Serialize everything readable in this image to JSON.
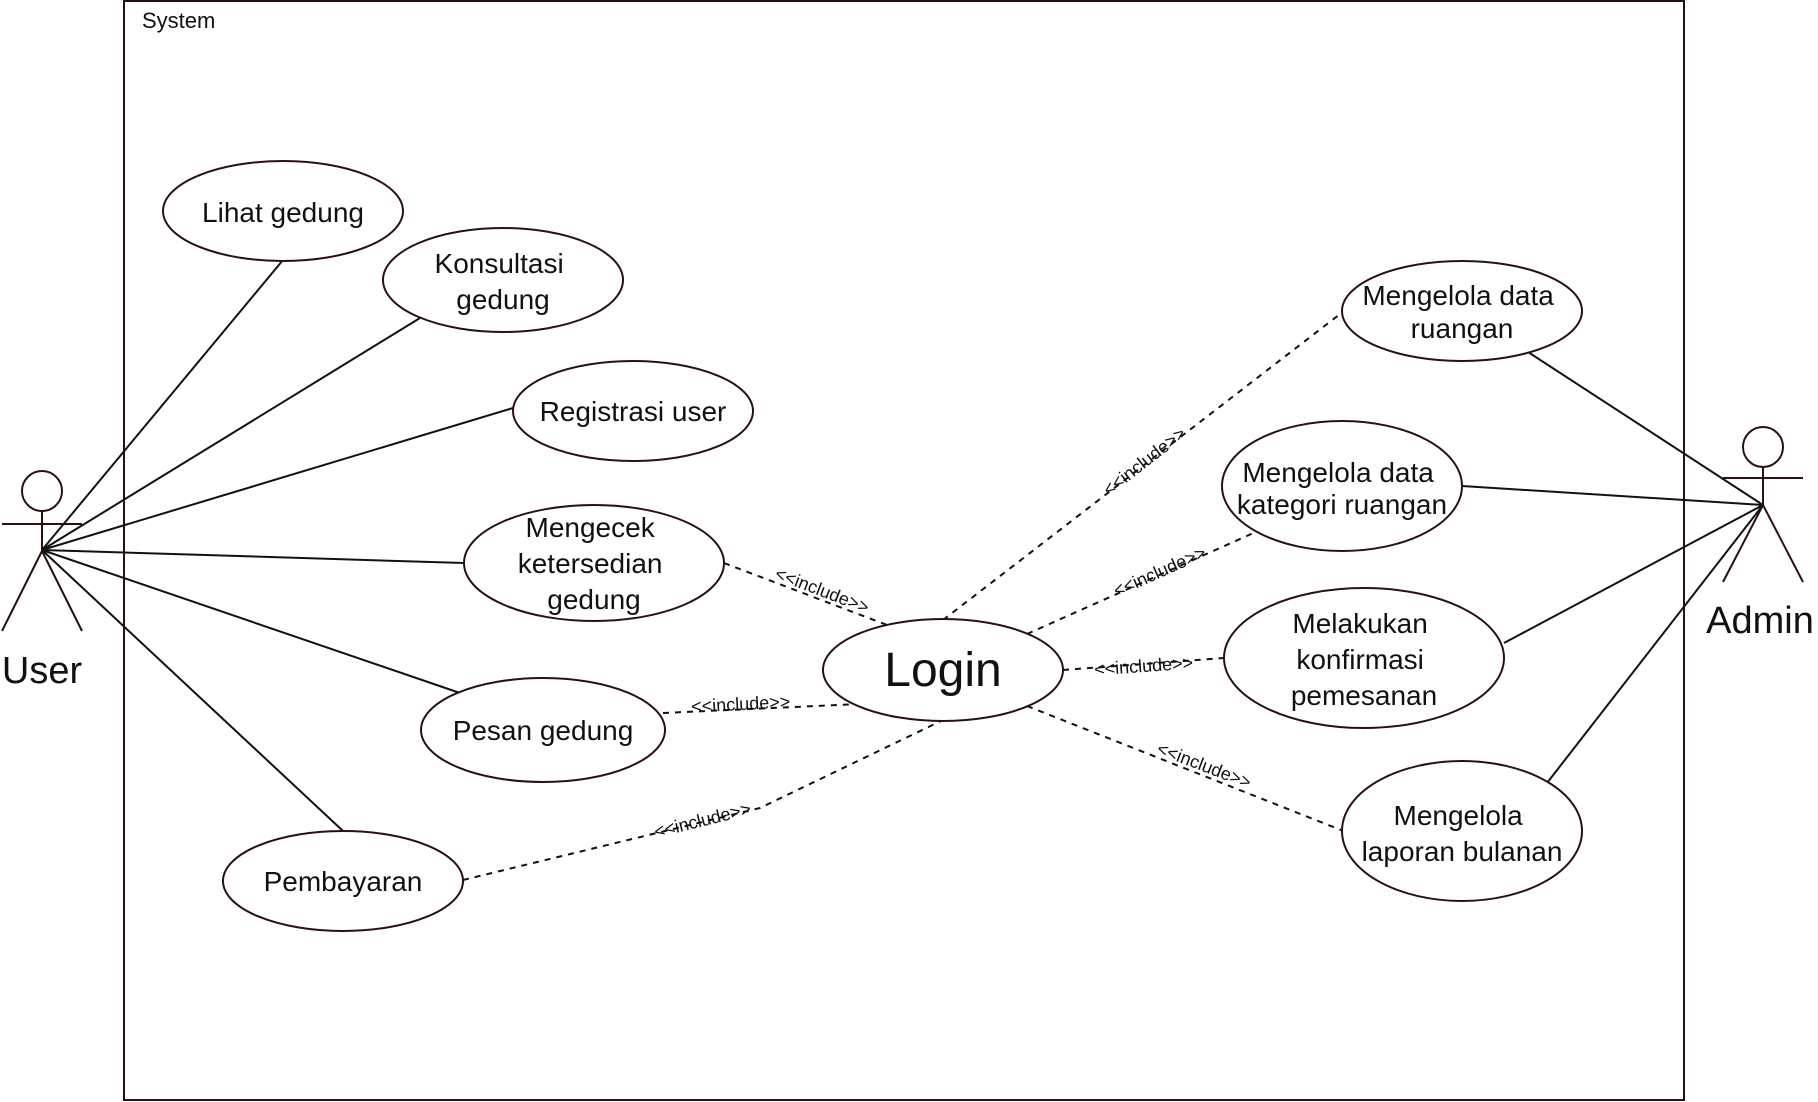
{
  "system": {
    "label": "System"
  },
  "actors": {
    "user": {
      "label": "User"
    },
    "admin": {
      "label": "Admin"
    }
  },
  "use_cases": {
    "lihat_gedung": {
      "lines": [
        "Lihat gedung"
      ]
    },
    "konsultasi_gedung": {
      "lines": [
        "Konsultasi",
        "gedung"
      ]
    },
    "registrasi_user": {
      "lines": [
        "Registrasi user"
      ]
    },
    "mengecek_ketersediaan": {
      "lines": [
        "Mengecek",
        "ketersedian",
        "gedung"
      ]
    },
    "pesan_gedung": {
      "lines": [
        "Pesan gedung"
      ]
    },
    "pembayaran": {
      "lines": [
        "Pembayaran"
      ]
    },
    "login": {
      "lines": [
        "Login"
      ]
    },
    "mengelola_ruangan": {
      "lines": [
        "Mengelola data",
        "ruangan"
      ]
    },
    "mengelola_kategori": {
      "lines": [
        "Mengelola data",
        "kategori ruangan"
      ]
    },
    "konfirmasi_pemesanan": {
      "lines": [
        "Melakukan",
        "konfirmasi",
        "pemesanan"
      ]
    },
    "laporan_bulanan": {
      "lines": [
        "Mengelola",
        "laporan bulanan"
      ]
    }
  },
  "relations": {
    "include_label": "<<include>>"
  },
  "colors": {
    "outline": "#2b1010",
    "line": "#111111",
    "background": "#ffffff"
  }
}
